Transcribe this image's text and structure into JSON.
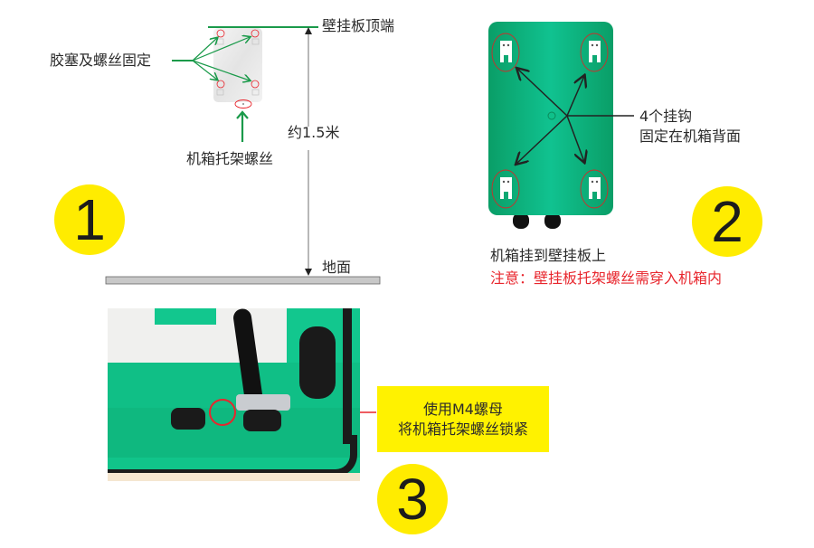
{
  "step1": {
    "number": "1",
    "label_top": "壁挂板顶端",
    "label_fix": "胶塞及螺丝固定",
    "label_height": "约1.5米",
    "label_bracket_screw": "机箱托架螺丝",
    "label_ground": "地面"
  },
  "step2": {
    "number": "2",
    "hooks_line1": "4个挂钩",
    "hooks_line2": "固定在机箱背面",
    "caption": "机箱挂到壁挂板上",
    "note": "注意：壁挂板托架螺丝需穿入机箱内"
  },
  "step3": {
    "number": "3",
    "callout_line1": "使用M4螺母",
    "callout_line2": "将机箱托架螺丝锁紧"
  },
  "colors": {
    "step_badge": "#ffec00",
    "callout_bg": "#fff200",
    "green_line": "#1a9a4a",
    "enclosure_green": "#0fb07a",
    "highlight_red": "#e8262d",
    "ground_gray": "#c8c8c8"
  }
}
